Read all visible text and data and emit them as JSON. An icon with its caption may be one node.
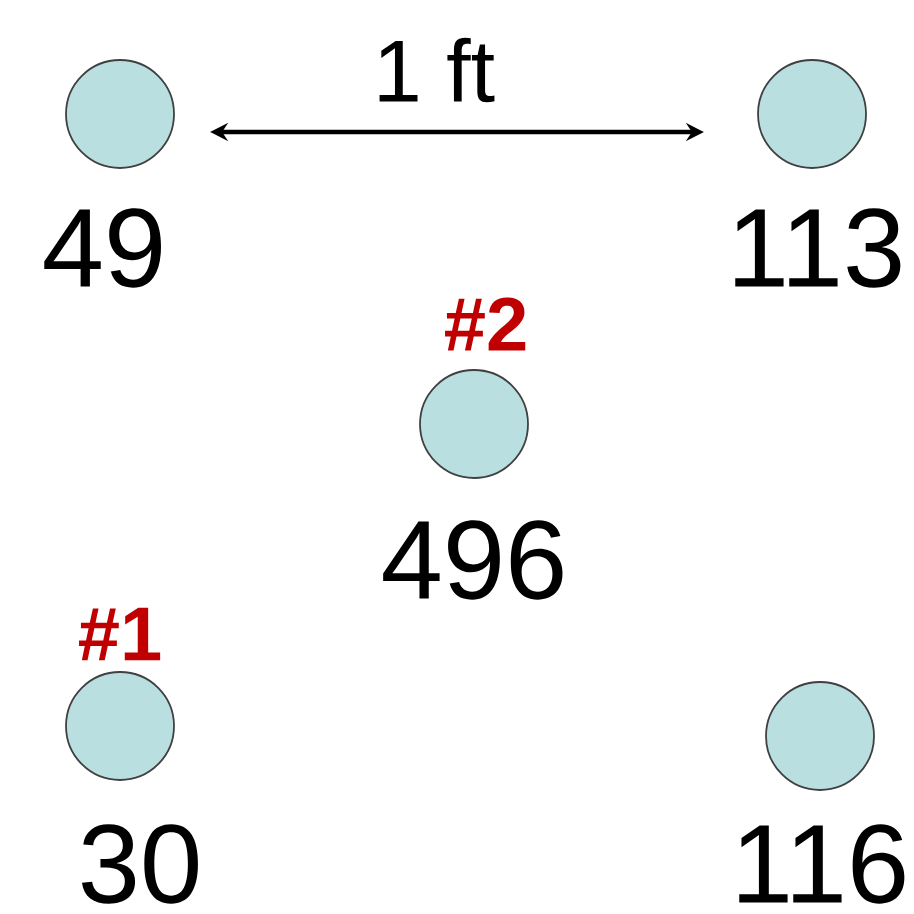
{
  "diagram": {
    "nodes": [
      {
        "text": [
          "49"
        ]
      },
      {
        "text": [
          "113"
        ]
      },
      {
        "text": [
          "496"
        ],
        "beside": [
          "#2"
        ]
      },
      {
        "text": [
          "30"
        ],
        "beside": [
          "#1"
        ]
      },
      {
        "text": [
          "116"
        ]
      }
    ],
    "labels": [
      "1 ft"
    ]
  }
}
